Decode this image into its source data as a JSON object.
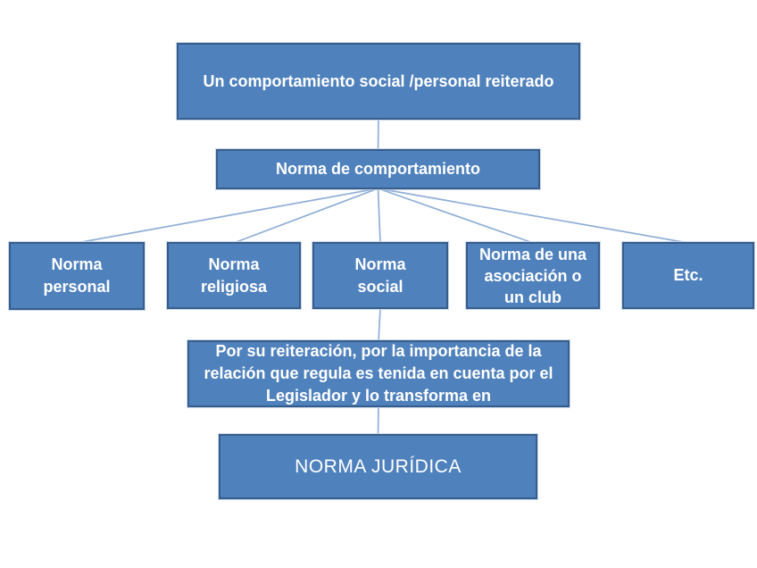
{
  "diagram": {
    "title": "Origen de la norma jurídica (flujo de cajas)",
    "colors": {
      "box_fill": "#4f81bd",
      "box_border": "#385d8a",
      "connector": "#8fafd6",
      "text": "#ffffff",
      "background": "#ffffff"
    },
    "nodes": {
      "top": {
        "label": "Un comportamiento social /personal reiterado"
      },
      "comportamiento": {
        "label": "Norma de comportamiento"
      },
      "personal": {
        "label": "Norma\npersonal"
      },
      "religiosa": {
        "label": "Norma\nreligiosa"
      },
      "social": {
        "label": "Norma\nsocial"
      },
      "asociacion": {
        "label": "Norma de una\nasociación o\nun club"
      },
      "etc": {
        "label": "Etc."
      },
      "reiteracion": {
        "label": "Por su reiteración, por la importancia de la\nrelación que regula es tenida en cuenta por el\nLegislador y lo transforma en"
      },
      "juridica": {
        "label": "NORMA JURÍDICA"
      }
    },
    "edges": [
      {
        "from": "top",
        "to": "comportamiento"
      },
      {
        "from": "comportamiento",
        "to": "personal"
      },
      {
        "from": "comportamiento",
        "to": "religiosa"
      },
      {
        "from": "comportamiento",
        "to": "social"
      },
      {
        "from": "comportamiento",
        "to": "asociacion"
      },
      {
        "from": "comportamiento",
        "to": "etc"
      },
      {
        "from": "social",
        "to": "reiteracion"
      },
      {
        "from": "reiteracion",
        "to": "juridica"
      }
    ]
  }
}
